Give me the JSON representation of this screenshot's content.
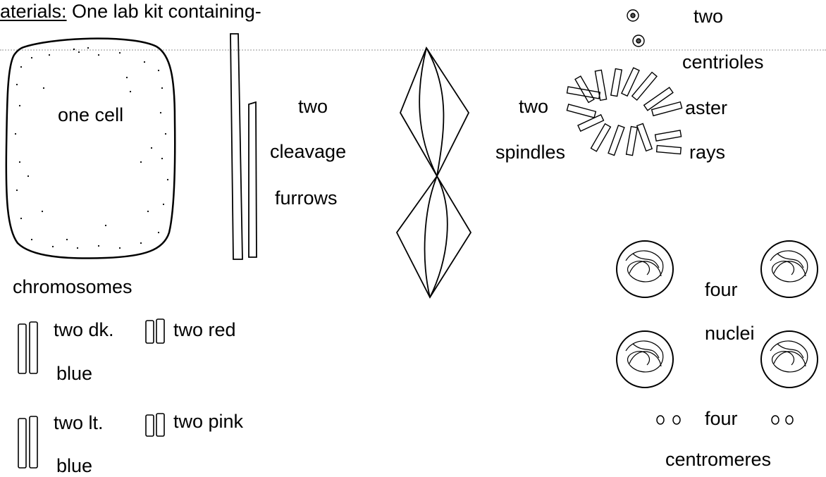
{
  "header": {
    "materials_label": "aterials:",
    "materials_text": " One lab kit containing-"
  },
  "cell": {
    "label": "one cell"
  },
  "furrows": {
    "count": "two",
    "line1": "cleavage",
    "line2": "furrows"
  },
  "spindles": {
    "count": "two",
    "label": "spindles"
  },
  "centrioles": {
    "count": "two",
    "label": "centrioles"
  },
  "aster": {
    "line1": "aster",
    "line2": "rays"
  },
  "chromosomes": {
    "heading": "chromosomes",
    "dk_blue": {
      "line1": "two dk.",
      "line2": "blue"
    },
    "lt_blue": {
      "line1": "two lt.",
      "line2": "blue"
    },
    "red": "two red",
    "pink": "two pink"
  },
  "nuclei": {
    "count": "four",
    "label": "nuclei"
  },
  "centromeres": {
    "count": "four",
    "label": "centromeres"
  },
  "icons": [
    "cell-drawing",
    "cleavage-furrow-strip",
    "spindle-diamond",
    "centriole-dot",
    "aster-ray",
    "nucleus-circle",
    "centromere-circle",
    "chromosome-bar"
  ]
}
